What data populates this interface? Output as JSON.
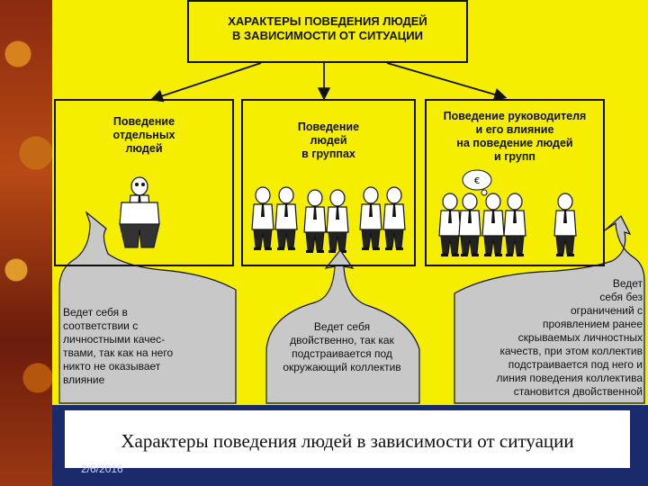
{
  "diagram": {
    "title": "ХАРАКТЕРЫ ПОВЕДЕНИЯ ЛЮДЕЙ\nВ ЗАВИСИМОСТИ ОТ СИТУАЦИИ",
    "panels": [
      {
        "heading": "Поведение\nотдельных\nлюдей"
      },
      {
        "heading": "Поведение\nлюдей\nв группах"
      },
      {
        "heading": "Поведение руководителя\nи его влияние\nна поведение людей\nи групп"
      }
    ],
    "notes": [
      "Ведет себя в\nсоответствии с\nличностными качес-\nтвами, так как на него\nникто не оказывает\nвлияние",
      "Ведет себя\nдвойственно, так как\nподстраивается под\nокружающий коллектив",
      "Ведет\nсебя без\nограничений с\nпроявлением ранее\nскрываемых личностных\nкачеств, при этом коллектив\nподстраивается под него и\nлиния поведения коллектива\nстановится двойственной"
    ]
  },
  "caption": "Характеры поведения людей в зависимости от ситуации",
  "date": "2/6/2016",
  "colors": {
    "panel_yellow": "#f5ee00",
    "bubble_gray": "#c8c8c8",
    "band_navy": "#1a2a6a"
  }
}
